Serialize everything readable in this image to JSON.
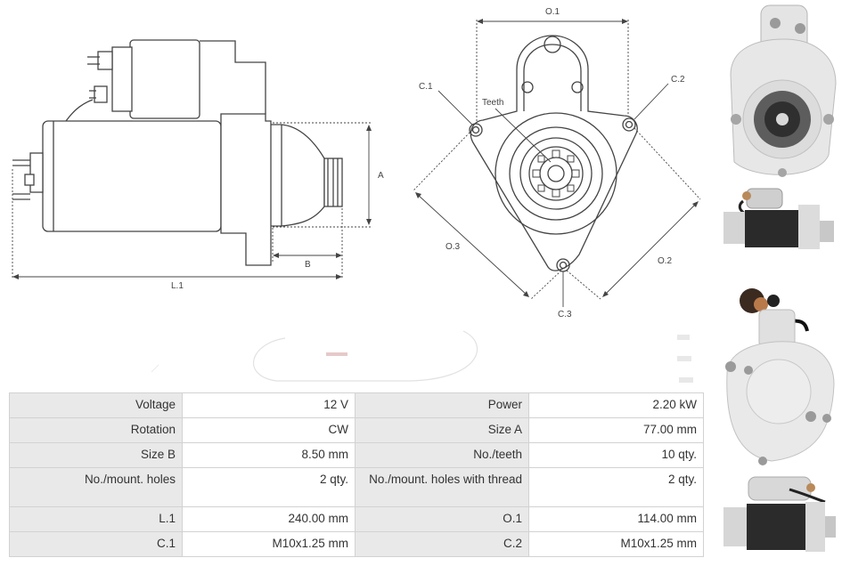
{
  "diagram_side": {
    "labels": {
      "L1": "L.1",
      "A": "A",
      "B": "B"
    }
  },
  "diagram_front": {
    "labels": {
      "O1": "O.1",
      "O2": "O.2",
      "O3": "O.3",
      "C1": "C.1",
      "C2": "C.2",
      "C3": "C.3",
      "teeth": "Teeth"
    }
  },
  "specs": {
    "rows": [
      {
        "l1": "Voltage",
        "v1": "12 V",
        "l2": "Power",
        "v2": "2.20 kW"
      },
      {
        "l1": "Rotation",
        "v1": "CW",
        "l2": "Size A",
        "v2": "77.00 mm"
      },
      {
        "l1": "Size B",
        "v1": "8.50 mm",
        "l2": "No./teeth",
        "v2": "10 qty."
      },
      {
        "l1": "No./mount. holes",
        "v1": "2 qty.",
        "l2": "No./mount. holes with thread",
        "v2": "2 qty."
      },
      {
        "l1": "L.1",
        "v1": "240.00 mm",
        "l2": "O.1",
        "v2": "114.00 mm"
      },
      {
        "l1": "C.1",
        "v1": "M10x1.25 mm",
        "l2": "C.2",
        "v2": "M10x1.25 mm"
      }
    ]
  },
  "colors": {
    "table_label_bg": "#e9e9e9",
    "table_border": "#d2d2d2",
    "drawing_line": "#444444"
  }
}
